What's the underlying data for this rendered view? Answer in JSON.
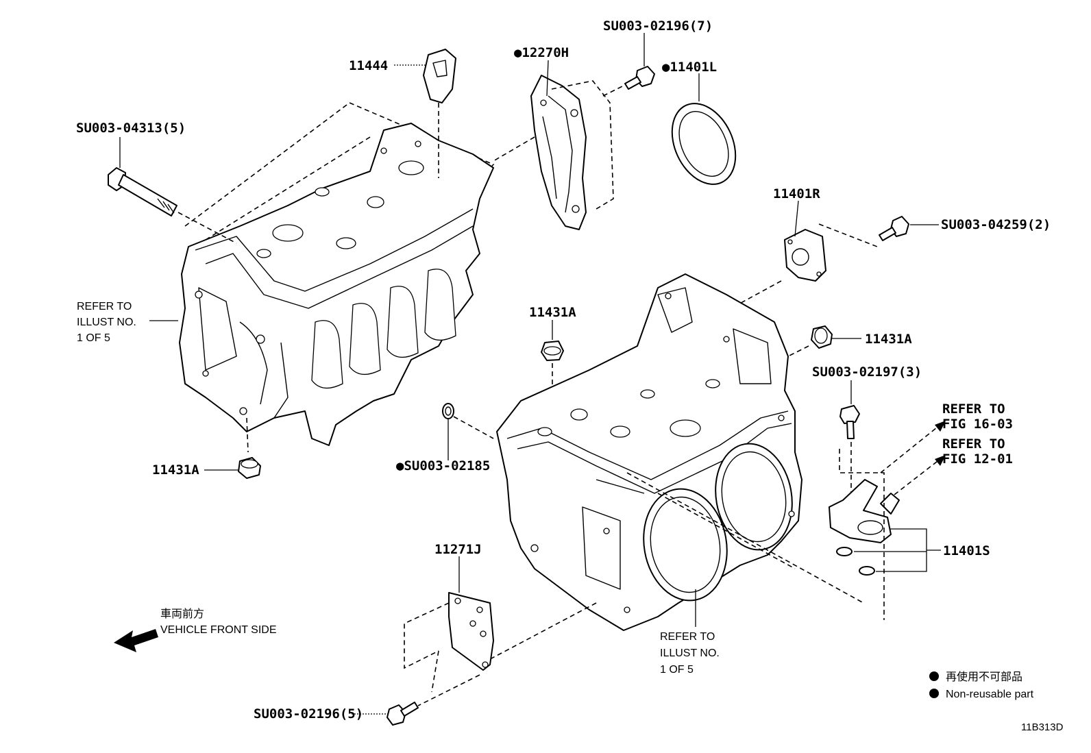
{
  "labels": {
    "p11444": "11444",
    "p12270H": "●12270H",
    "p11401L": "●11401L",
    "su_02196_7": "SU003-02196(7)",
    "su_04313_5": "SU003-04313(5)",
    "p11401R": "11401R",
    "su_04259_2": "SU003-04259(2)",
    "p11431A_center": "11431A",
    "p11431A_right": "11431A",
    "p11431A_left": "11431A",
    "su_02197_3": "SU003-02197(3)",
    "su_02185": "●SU003-02185",
    "p11271J": "11271J",
    "p11401S": "11401S",
    "su_02196_5": "SU003-02196(5)"
  },
  "refer_left": [
    "REFER TO",
    "ILLUST NO.",
    "1 OF 5"
  ],
  "refer_bottom": [
    "REFER TO",
    "ILLUST NO.",
    "1 OF 5"
  ],
  "refer_fig_1": [
    "REFER TO",
    "FIG 16-03"
  ],
  "refer_fig_2": [
    "REFER TO",
    "FIG 12-01"
  ],
  "direction": {
    "jp": "車両前方",
    "en": "VEHICLE FRONT SIDE",
    "icon": "arrow-left-icon"
  },
  "legend": {
    "jp": "再使用不可部品",
    "en": "Non-reusable part",
    "icon": "filled-dot-icon"
  },
  "figure_code": "11B313D"
}
